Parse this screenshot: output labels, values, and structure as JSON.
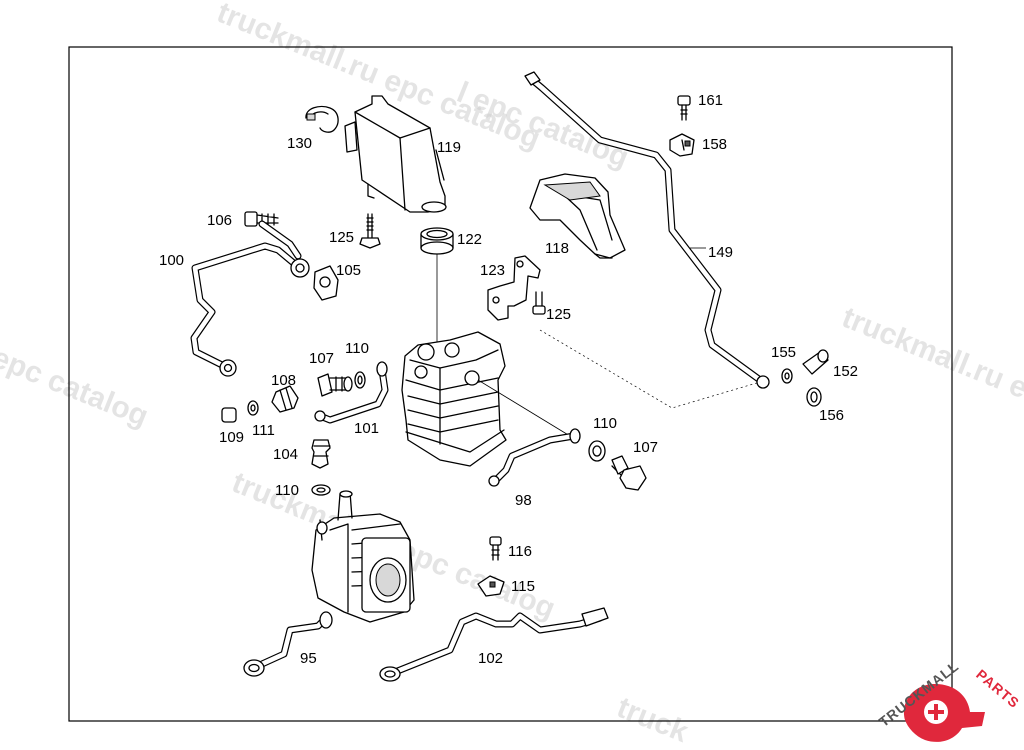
{
  "watermark": {
    "text1": "truckmall.ru epc catalog",
    "text2": "epc catalog",
    "text3": "truckmall.ru e",
    "text4": "l epc catalog",
    "text5": "truckmall.ru epc catalog",
    "text6": "truckmall.ru epc catalog",
    "text7": "truck",
    "text8": "pc catalog"
  },
  "logo": {
    "text_dark": "TRUCKMALL",
    "text_red": "PARTS",
    "brand_color": "#e0283c"
  },
  "labels": {
    "l161": "161",
    "l158": "158",
    "l130": "130",
    "l119": "119",
    "l149": "149",
    "l106": "106",
    "l125a": "125",
    "l122": "122",
    "l118": "118",
    "l100": "100",
    "l105": "105",
    "l123": "123",
    "l125b": "125",
    "l110a": "110",
    "l107a": "107",
    "l155": "155",
    "l152": "152",
    "l108": "108",
    "l156": "156",
    "l109": "109",
    "l111": "111",
    "l101": "101",
    "l110b": "110",
    "l107b": "107",
    "l104": "104",
    "l98": "98",
    "l110c": "110",
    "l116": "116",
    "l115": "115",
    "l95": "95",
    "l102": "102"
  }
}
